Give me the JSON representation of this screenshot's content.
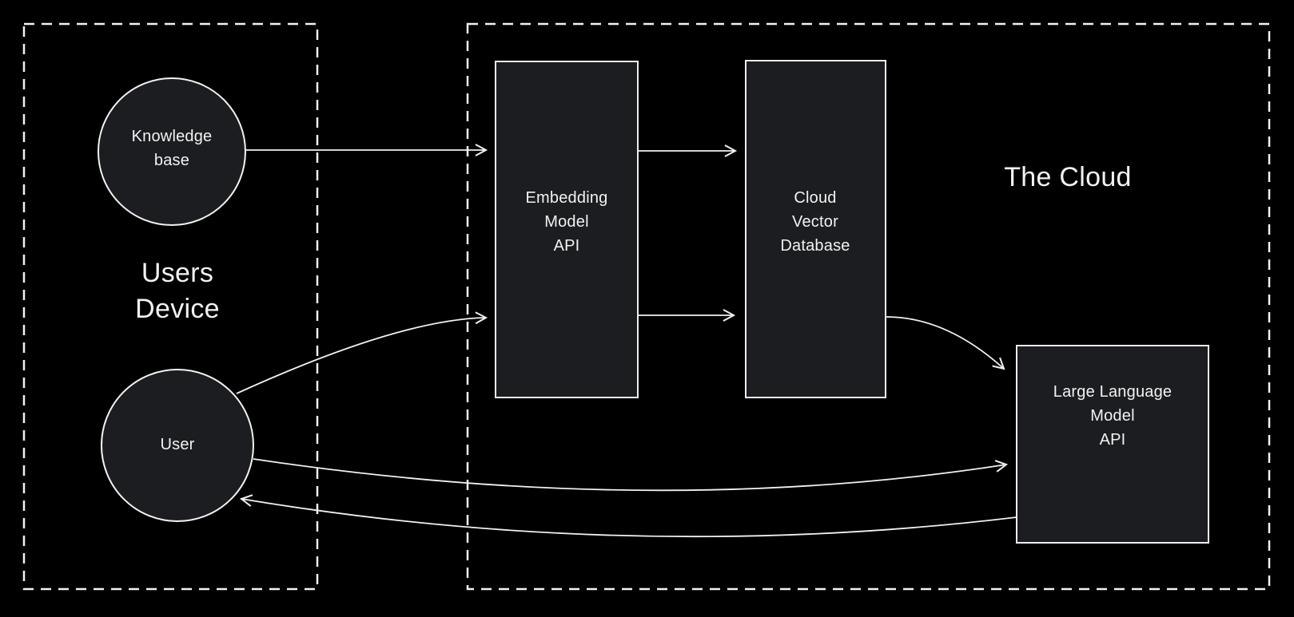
{
  "colors": {
    "background": "#000000",
    "stroke": "#f2f2f2",
    "node_fill": "#1c1d21",
    "text": "#f2f2f2"
  },
  "zones": {
    "users_device": {
      "title_lines": [
        "Users",
        "Device"
      ]
    },
    "the_cloud": {
      "title": "The Cloud"
    }
  },
  "nodes": {
    "knowledge_base": {
      "shape": "circle",
      "lines": [
        "Knowledge",
        "base"
      ]
    },
    "user": {
      "shape": "circle",
      "lines": [
        "User"
      ]
    },
    "embedding_model_api": {
      "shape": "rect",
      "lines": [
        "Embedding",
        "Model",
        "API"
      ]
    },
    "cloud_vector_database": {
      "shape": "rect",
      "lines": [
        "Cloud",
        "Vector",
        "Database"
      ]
    },
    "large_language_model_api": {
      "shape": "rect",
      "lines": [
        "Large Language",
        "Model",
        "API"
      ]
    }
  },
  "edges": [
    {
      "name": "knowledge-base-to-embedding-model",
      "from": "knowledge_base",
      "to": "embedding_model_api",
      "style": "straight-arrow"
    },
    {
      "name": "embedding-model-to-vector-db-upper",
      "from": "embedding_model_api",
      "to": "cloud_vector_database",
      "style": "straight-arrow"
    },
    {
      "name": "embedding-model-to-vector-db-lower",
      "from": "embedding_model_api",
      "to": "cloud_vector_database",
      "style": "straight-arrow"
    },
    {
      "name": "user-to-embedding-model",
      "from": "user",
      "to": "embedding_model_api",
      "style": "curved-arrow"
    },
    {
      "name": "vector-db-to-llm",
      "from": "cloud_vector_database",
      "to": "large_language_model_api",
      "style": "curved-arrow"
    },
    {
      "name": "user-to-llm",
      "from": "user",
      "to": "large_language_model_api",
      "style": "curved-arrow"
    },
    {
      "name": "llm-to-user",
      "from": "large_language_model_api",
      "to": "user",
      "style": "curved-arrow"
    }
  ]
}
